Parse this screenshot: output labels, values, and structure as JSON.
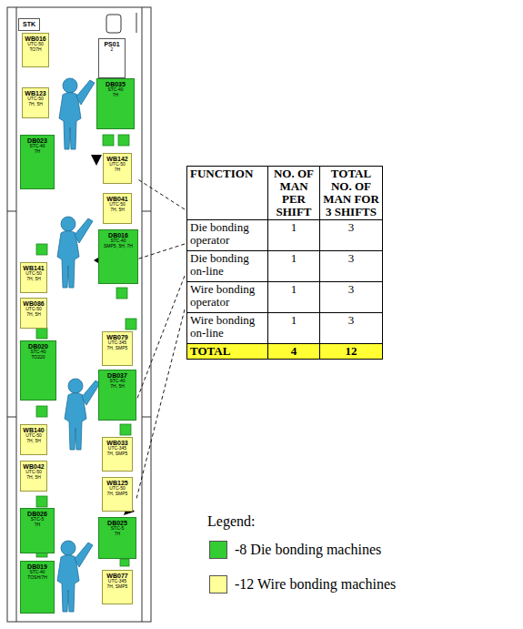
{
  "diagram": {
    "nodes": [
      {
        "text": [
          "STK"
        ]
      },
      {
        "text": [
          "PS01",
          "2"
        ]
      },
      {
        "text": [
          "WB016",
          "UTC-50",
          "TO7H"
        ]
      },
      {
        "text": [
          "WB123",
          "UTC-50",
          "7H, 5H"
        ]
      },
      {
        "text": [
          "DB035",
          "STC-40",
          "7H"
        ]
      },
      {
        "text": [
          "DB023",
          "STC-40",
          "7H"
        ]
      },
      {
        "text": [
          "WB142",
          "UTC-50",
          "7H"
        ]
      },
      {
        "text": [
          "WB041",
          "UTC-50",
          "7H, 5H"
        ]
      },
      {
        "text": [
          "DB016",
          "STC-40",
          "SMP5, 5H, 7H"
        ]
      },
      {
        "text": [
          "WB141",
          "UTC-50",
          "7H, 5H"
        ]
      },
      {
        "text": [
          "WB086",
          "UTC-50",
          "7H, 5H"
        ]
      },
      {
        "text": [
          "WB079",
          "UTC-345",
          "7H, SMP5"
        ]
      },
      {
        "text": [
          "DB020",
          "STC-40",
          "TO220"
        ]
      },
      {
        "text": [
          "DB037",
          "STC-40",
          "7H, 5H"
        ]
      },
      {
        "text": [
          "WB140",
          "UTC-50",
          "7H, 5H"
        ]
      },
      {
        "text": [
          "WB033",
          "UTC-345",
          "7H, SMP5"
        ]
      },
      {
        "text": [
          "WB042",
          "UTC-50",
          "7H, 5H"
        ]
      },
      {
        "text": [
          "WB125",
          "UTC-50",
          "7H, SMP5"
        ]
      },
      {
        "text": [
          "DB026",
          "STC-5",
          "7H"
        ]
      },
      {
        "text": [
          "DB025",
          "STC-5",
          "7H"
        ]
      },
      {
        "text": [
          "WB077",
          "UTC-345",
          "7H, SMP5"
        ]
      },
      {
        "text": [
          "DB019",
          "STC-40",
          "TOSH/7H"
        ]
      }
    ],
    "labels": [
      "FUNCTION",
      "NO. OF MAN PER SHIFT",
      "TOTAL NO. OF MAN FOR 3 SHIFTS",
      "Die bonding operator",
      "1",
      "3",
      "Die bonding on-line",
      "1",
      "3",
      "Wire bonding operator",
      "1",
      "3",
      "Wire bonding on-line",
      "1",
      "3",
      "TOTAL",
      "4",
      "12",
      "Legend:"
    ],
    "legend": [
      {
        "text": "-8 Die bonding machines",
        "color": "#33cc33"
      },
      {
        "text": "-12 Wire bonding machines",
        "color": "#ffff99"
      }
    ]
  }
}
